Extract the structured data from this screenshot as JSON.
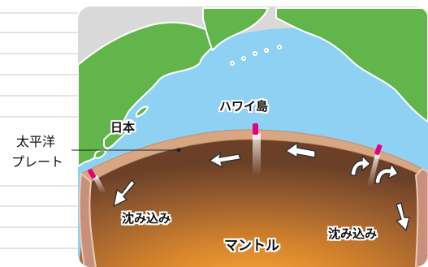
{
  "labels": {
    "pacific_plate_line1": "太平洋",
    "pacific_plate_line2": "プレート",
    "japan": "日本",
    "hawaii": "ハワイ島",
    "subduction_left": "沈み込み",
    "subduction_right": "沈み込み",
    "mantle": "マントル"
  },
  "colors": {
    "ocean": "#8ed1f2",
    "land": "#62b54a",
    "land_outline": "#ffffff",
    "plate": "#d7a784",
    "plate_edge": "#e8d2c0",
    "mantle_inner": "#f39a2a",
    "mantle_outer": "#7a4a2a",
    "volcano": "#e6007e",
    "arrow_fill": "#ffffff",
    "arrow_stroke": "#333333",
    "panel_bg": "#d9d9d9",
    "ruled_line": "#c8c8c8"
  }
}
